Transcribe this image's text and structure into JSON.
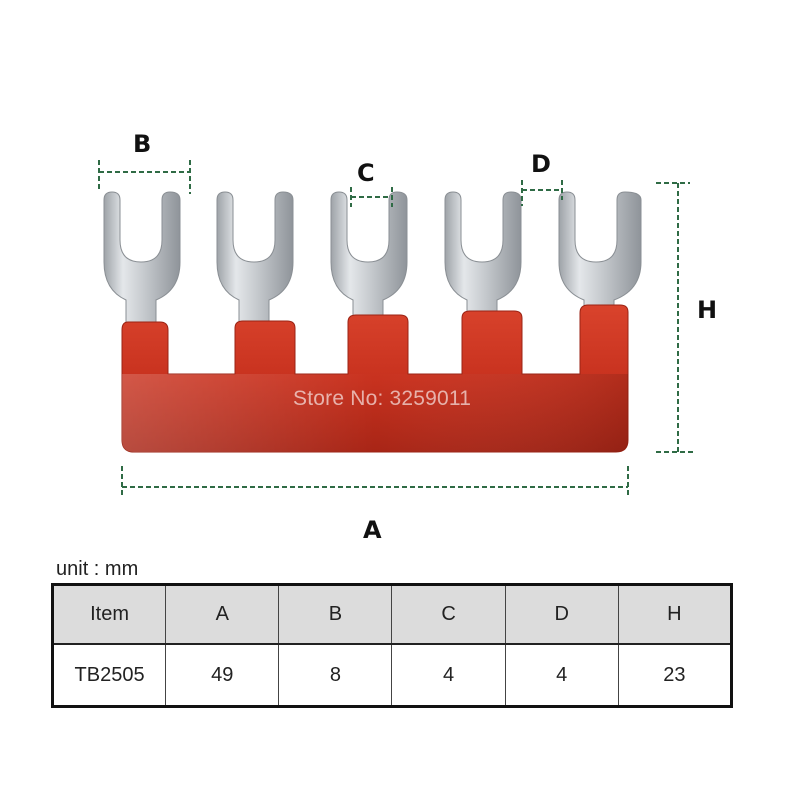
{
  "labels": {
    "A": "A",
    "B": "B",
    "C": "C",
    "D": "D",
    "H": "H"
  },
  "watermark": "Store No: 3259011",
  "unit_note": "unit : mm",
  "table": {
    "headers": [
      "Item",
      "A",
      "B",
      "C",
      "D",
      "H"
    ],
    "rows": [
      [
        "TB2505",
        "49",
        "8",
        "4",
        "4",
        "23"
      ]
    ]
  },
  "colors": {
    "bar_red": "#c9321f",
    "terminal_silver": "#c8ccd0",
    "dimension_green": "#2f6b45",
    "table_header_bg": "#dcdcdc"
  }
}
